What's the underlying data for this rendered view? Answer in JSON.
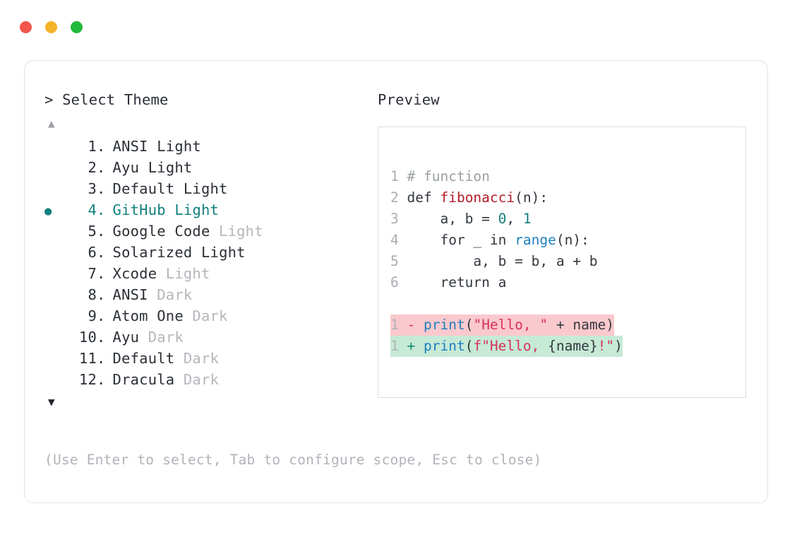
{
  "window": {
    "dots": [
      {
        "name": "close",
        "color": "#f4564e"
      },
      {
        "name": "minimize",
        "color": "#f5b32a"
      },
      {
        "name": "maximize",
        "color": "#22b93c"
      }
    ]
  },
  "accent_color": "#11807e",
  "left": {
    "prompt": "> Select Theme",
    "scroll_up": "▲",
    "scroll_down": "▼",
    "items": [
      {
        "num": "1",
        "name": "ANSI",
        "variant": "Light",
        "variant_dim": false,
        "selected": false,
        "bullet": ""
      },
      {
        "num": "2",
        "name": "Ayu",
        "variant": "Light",
        "variant_dim": false,
        "selected": false,
        "bullet": ""
      },
      {
        "num": "3",
        "name": "Default",
        "variant": "Light",
        "variant_dim": false,
        "selected": false,
        "bullet": ""
      },
      {
        "num": "4",
        "name": "GitHub",
        "variant": "Light",
        "variant_dim": false,
        "selected": true,
        "bullet": "●"
      },
      {
        "num": "5",
        "name": "Google Code",
        "variant": "Light",
        "variant_dim": true,
        "selected": false,
        "bullet": ""
      },
      {
        "num": "6",
        "name": "Solarized",
        "variant": "Light",
        "variant_dim": false,
        "selected": false,
        "bullet": ""
      },
      {
        "num": "7",
        "name": "Xcode",
        "variant": "Light",
        "variant_dim": true,
        "selected": false,
        "bullet": ""
      },
      {
        "num": "8",
        "name": "ANSI",
        "variant": "Dark",
        "variant_dim": true,
        "selected": false,
        "bullet": ""
      },
      {
        "num": "9",
        "name": "Atom One",
        "variant": "Dark",
        "variant_dim": true,
        "selected": false,
        "bullet": ""
      },
      {
        "num": "10",
        "name": "Ayu",
        "variant": "Dark",
        "variant_dim": true,
        "selected": false,
        "bullet": ""
      },
      {
        "num": "11",
        "name": "Default",
        "variant": "Dark",
        "variant_dim": true,
        "selected": false,
        "bullet": ""
      },
      {
        "num": "12",
        "name": "Dracula",
        "variant": "Dark",
        "variant_dim": true,
        "selected": false,
        "bullet": ""
      }
    ],
    "hint": "(Use Enter to select, Tab to configure scope, Esc to close)"
  },
  "right": {
    "label": "Preview",
    "code": {
      "lines": [
        {
          "ln": "1",
          "tokens": [
            {
              "t": "# function",
              "c": "comment"
            }
          ]
        },
        {
          "ln": "2",
          "tokens": [
            {
              "t": "def ",
              "c": "kw"
            },
            {
              "t": "fibonacci",
              "c": "fn"
            },
            {
              "t": "(n):",
              "c": "plain"
            }
          ]
        },
        {
          "ln": "3",
          "tokens": [
            {
              "t": "    a, b = ",
              "c": "plain"
            },
            {
              "t": "0",
              "c": "num"
            },
            {
              "t": ", ",
              "c": "plain"
            },
            {
              "t": "1",
              "c": "num"
            }
          ]
        },
        {
          "ln": "4",
          "tokens": [
            {
              "t": "    for _ in ",
              "c": "plain"
            },
            {
              "t": "range",
              "c": "builtin"
            },
            {
              "t": "(n):",
              "c": "plain"
            }
          ]
        },
        {
          "ln": "5",
          "tokens": [
            {
              "t": "        a, b = b, a + b",
              "c": "plain"
            }
          ]
        },
        {
          "ln": "6",
          "tokens": [
            {
              "t": "    return a",
              "c": "plain"
            }
          ]
        }
      ],
      "diff": [
        {
          "ln": "1",
          "kind": "del",
          "marker": "-",
          "tokens": [
            {
              "t": "print",
              "c": "builtin"
            },
            {
              "t": "(",
              "c": "plain"
            },
            {
              "t": "\"Hello, \"",
              "c": "str"
            },
            {
              "t": " + name)",
              "c": "plain"
            }
          ]
        },
        {
          "ln": "1",
          "kind": "add",
          "marker": "+",
          "tokens": [
            {
              "t": "print",
              "c": "builtin"
            },
            {
              "t": "(",
              "c": "plain"
            },
            {
              "t": "f\"Hello, ",
              "c": "str"
            },
            {
              "t": "{name}",
              "c": "plain"
            },
            {
              "t": "!\"",
              "c": "str"
            },
            {
              "t": ")",
              "c": "plain"
            }
          ]
        }
      ]
    }
  }
}
